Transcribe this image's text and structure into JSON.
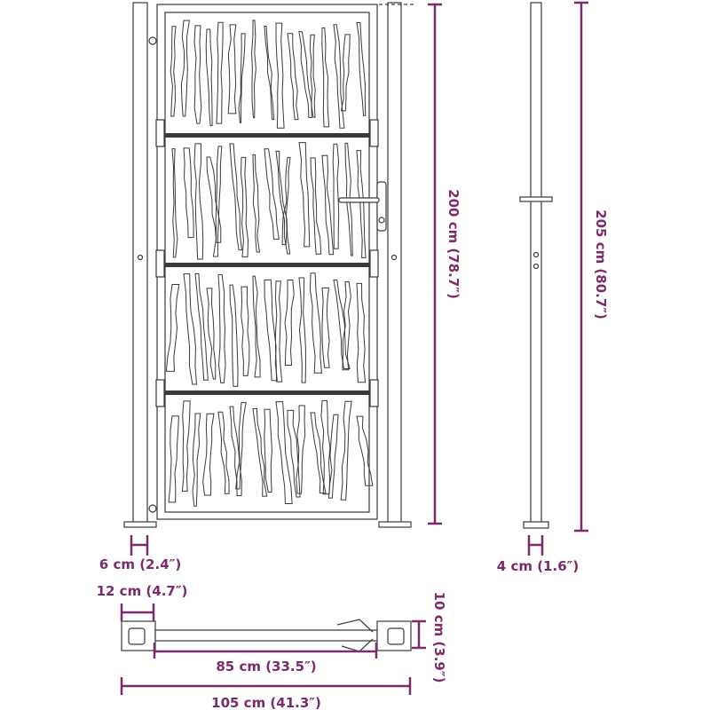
{
  "dimensions": {
    "gate_height": "200 cm (78.7″)",
    "post_height": "205 cm (80.7″)",
    "post_width_front": "6 cm (2.4″)",
    "post_width_side": "4 cm (1.6″)",
    "plate_width": "12 cm (4.7″)",
    "plate_depth": "10 cm (3.9″)",
    "gate_width": "85 cm (33.5″)",
    "total_width": "105 cm (41.3″)"
  },
  "colors": {
    "dimension": "#7b2a6a",
    "drawing": "#3a3a3a"
  }
}
